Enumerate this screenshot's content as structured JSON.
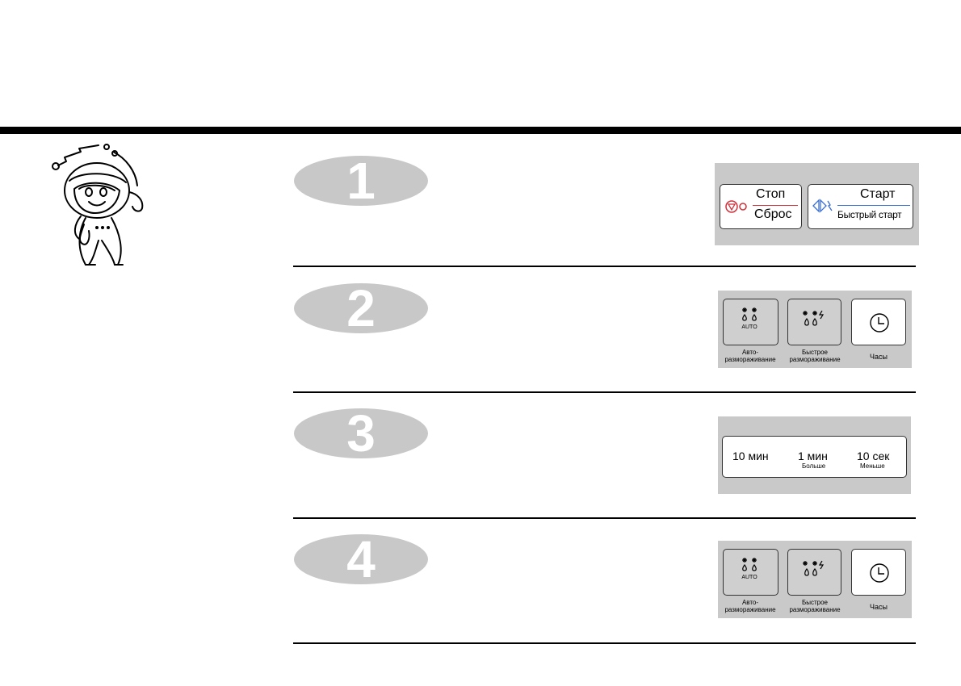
{
  "steps": [
    {
      "number": "1"
    },
    {
      "number": "2"
    },
    {
      "number": "3"
    },
    {
      "number": "4"
    }
  ],
  "panel_stop_start": {
    "stop_label": "Стоп",
    "reset_label": "Сброс",
    "start_label": "Старт",
    "quick_start_label": "Быстрый старт"
  },
  "panel_defrost_clock": {
    "auto_icon_text": "AUTO",
    "auto_defrost_label_1": "Авто-",
    "auto_defrost_label_2": "размораживание",
    "quick_defrost_label_1": "Быстрое",
    "quick_defrost_label_2": "размораживание",
    "clock_label": "Часы"
  },
  "panel_time": {
    "ten_min": "10 мин",
    "one_min": "1 мин",
    "more": "Больше",
    "ten_sec": "10 сек",
    "less": "Меньше"
  },
  "colors": {
    "badge_gray": "#c8c8c8",
    "panel_gray": "#c9c9c9",
    "stop_icon_red": "#d0323c",
    "start_icon_blue": "#3a6fd0"
  }
}
